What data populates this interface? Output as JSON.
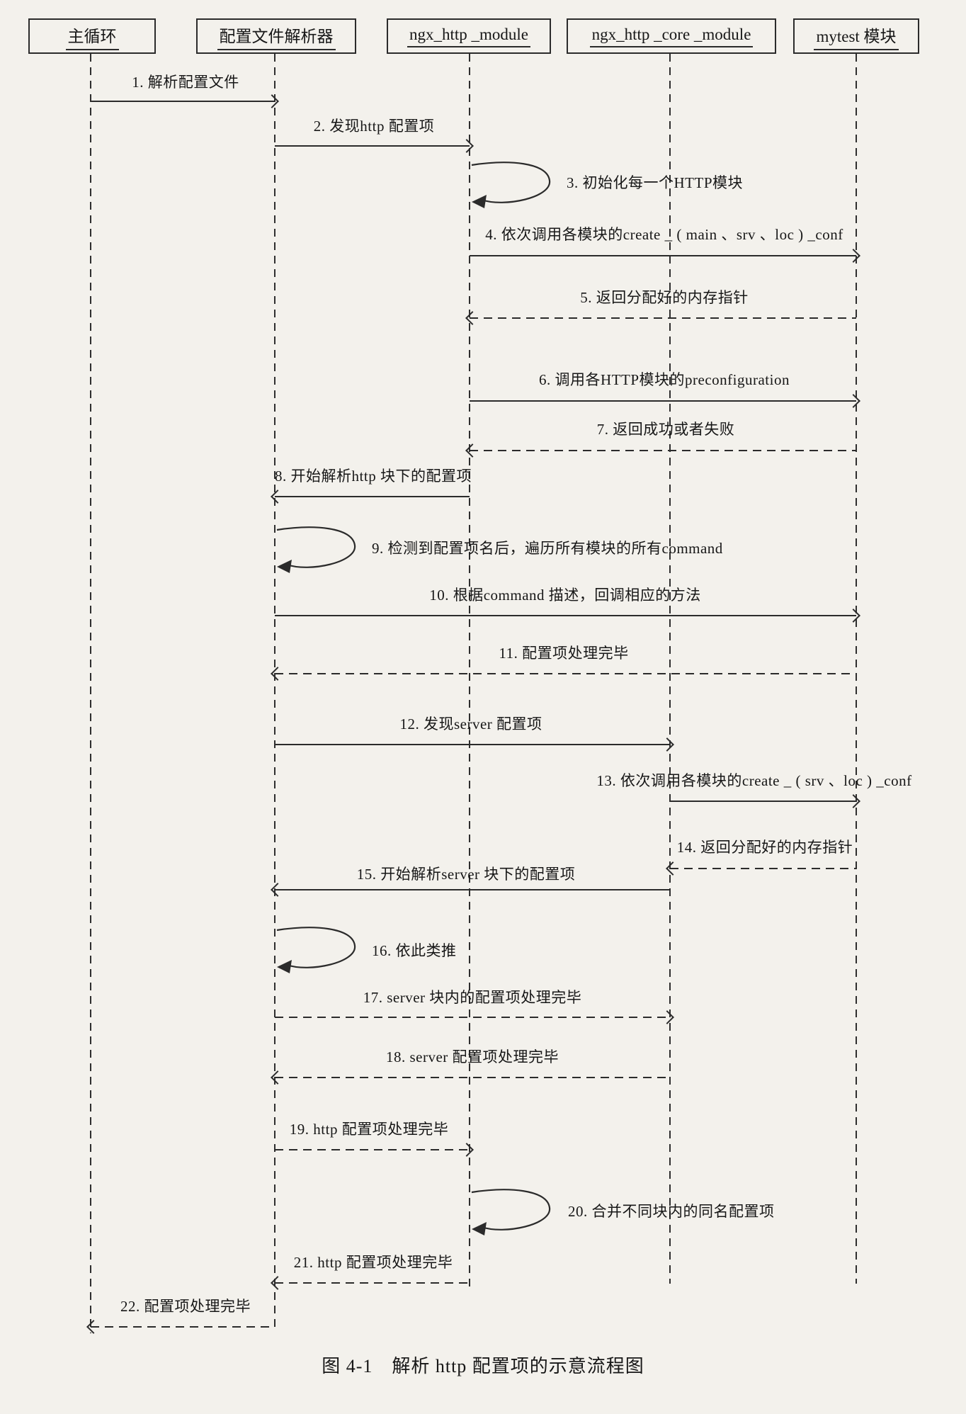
{
  "diagram": {
    "type": "sequence",
    "actors": [
      {
        "label": "主循环"
      },
      {
        "label": "配置文件解析器"
      },
      {
        "label": "ngx_http _module"
      },
      {
        "label": "ngx_http _core _module"
      },
      {
        "label": "mytest 模块"
      }
    ],
    "messages": [
      {
        "no": 1,
        "text": "1. 解析配置文件",
        "from": "主循环",
        "to": "配置文件解析器",
        "line": "solid",
        "shape": "arrow"
      },
      {
        "no": 2,
        "text": "2. 发现http 配置项",
        "from": "配置文件解析器",
        "to": "ngx_http _module",
        "line": "solid",
        "shape": "arrow"
      },
      {
        "no": 3,
        "text": "3. 初始化每一个HTTP模块",
        "from": "ngx_http _module",
        "to": "ngx_http _module",
        "line": "solid",
        "shape": "self-loop"
      },
      {
        "no": 4,
        "text": "4. 依次调用各模块的create _ ( main 、srv 、loc ) _conf",
        "from": "ngx_http _module",
        "to": "mytest 模块",
        "line": "solid",
        "shape": "arrow"
      },
      {
        "no": 5,
        "text": "5. 返回分配好的内存指针",
        "from": "mytest 模块",
        "to": "ngx_http _module",
        "line": "dashed",
        "shape": "arrow"
      },
      {
        "no": 6,
        "text": "6. 调用各HTTP模块的preconfiguration",
        "from": "ngx_http _module",
        "to": "mytest 模块",
        "line": "solid",
        "shape": "arrow"
      },
      {
        "no": 7,
        "text": "7. 返回成功或者失败",
        "from": "mytest 模块",
        "to": "ngx_http _module",
        "line": "dashed",
        "shape": "arrow"
      },
      {
        "no": 8,
        "text": "8. 开始解析http 块下的配置项",
        "from": "ngx_http _module",
        "to": "配置文件解析器",
        "line": "solid",
        "shape": "arrow"
      },
      {
        "no": 9,
        "text": "9. 检测到配置项名后，遍历所有模块的所有command",
        "from": "配置文件解析器",
        "to": "配置文件解析器",
        "line": "solid",
        "shape": "self-loop"
      },
      {
        "no": 10,
        "text": "10. 根据command 描述，回调相应的方法",
        "from": "配置文件解析器",
        "to": "mytest 模块",
        "line": "solid",
        "shape": "arrow"
      },
      {
        "no": 11,
        "text": "11. 配置项处理完毕",
        "from": "mytest 模块",
        "to": "配置文件解析器",
        "line": "dashed",
        "shape": "arrow"
      },
      {
        "no": 12,
        "text": "12. 发现server  配置项",
        "from": "配置文件解析器",
        "to": "ngx_http _core _module",
        "line": "solid",
        "shape": "arrow"
      },
      {
        "no": 13,
        "text": "13. 依次调用各模块的create _ ( srv 、loc ) _conf",
        "from": "ngx_http _core _module",
        "to": "mytest 模块",
        "line": "solid",
        "shape": "arrow"
      },
      {
        "no": 14,
        "text": "14. 返回分配好的内存指针",
        "from": "mytest 模块",
        "to": "ngx_http _core _module",
        "line": "dashed",
        "shape": "arrow"
      },
      {
        "no": 15,
        "text": "15. 开始解析server 块下的配置项",
        "from": "ngx_http _core _module",
        "to": "配置文件解析器",
        "line": "solid",
        "shape": "arrow"
      },
      {
        "no": 16,
        "text": "16. 依此类推",
        "from": "配置文件解析器",
        "to": "配置文件解析器",
        "line": "solid",
        "shape": "self-loop"
      },
      {
        "no": 17,
        "text": "17. server  块内的配置项处理完毕",
        "from": "配置文件解析器",
        "to": "ngx_http _core _module",
        "line": "dashed",
        "shape": "arrow"
      },
      {
        "no": 18,
        "text": "18. server  配置项处理完毕",
        "from": "ngx_http _core _module",
        "to": "配置文件解析器",
        "line": "dashed",
        "shape": "arrow"
      },
      {
        "no": 19,
        "text": "19. http  配置项处理完毕",
        "from": "配置文件解析器",
        "to": "ngx_http _module",
        "line": "dashed",
        "shape": "arrow"
      },
      {
        "no": 20,
        "text": "20. 合并不同块内的同名配置项",
        "from": "ngx_http _module",
        "to": "ngx_http _module",
        "line": "solid",
        "shape": "self-loop"
      },
      {
        "no": 21,
        "text": "21. http  配置项处理完毕",
        "from": "ngx_http _module",
        "to": "配置文件解析器",
        "line": "dashed",
        "shape": "arrow"
      },
      {
        "no": 22,
        "text": "22. 配置项处理完毕",
        "from": "配置文件解析器",
        "to": "主循环",
        "line": "dashed",
        "shape": "arrow"
      }
    ],
    "caption": "图 4-1　解析 http 配置项的示意流程图"
  },
  "colors": {
    "paper": "#f3f1ec",
    "ink": "#2b2b2b"
  }
}
